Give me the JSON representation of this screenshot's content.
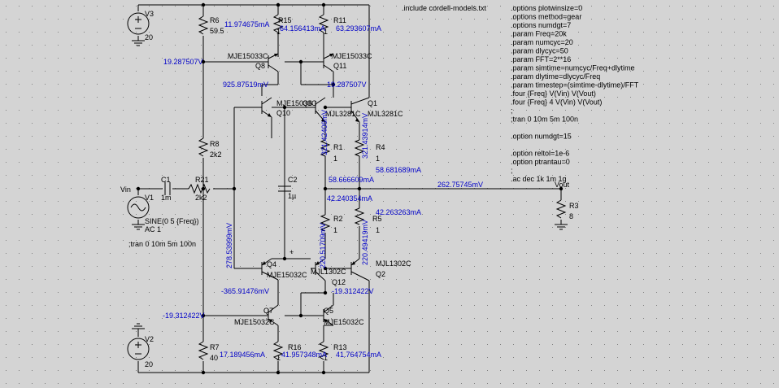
{
  "directives": {
    "include": ".include cordell-models.txt",
    "lines": [
      ".options plotwinsize=0",
      ".options method=gear",
      ".options numdgt=7",
      ".param Freq=20k",
      ".param numcyc=20",
      ".param dlycyc=50",
      ".param FFT=2**16",
      ".param simtime=numcyc/Freq+dlytime",
      ".param dlytime=dlycyc/Freq",
      ".param timestep=(simtime-dlytime)/FFT",
      ".four {Freq} V(Vin) V(Vout)",
      ".four {Freq} 4 V(Vin) V(Vout)",
      ";",
      ";tran 0 10m 5m 100n",
      "",
      ".option numdgt=15",
      "",
      ".option reltol=1e-6",
      ".option ptrantau=0",
      ";",
      ".ac dec 1k 1m 1g"
    ]
  },
  "labels": {
    "V3": "V3",
    "V3v": "20",
    "R6": "R6",
    "R6v": "59.5",
    "R15": "R15",
    "R15v": "1",
    "R11": "R11",
    "R11v": "1",
    "Q8m": "MJE15033C",
    "Q8": "Q8",
    "Q11m": "MJE15033C",
    "Q11": "Q11",
    "Q10m": "MJE15033C",
    "Q10": "Q10",
    "Q6": "Q6",
    "Q6m": "MJL3281C",
    "Q1": "Q1",
    "Q1m": "MJL3281C",
    "R1": "R1",
    "R1v": "1",
    "R4": "R4",
    "R4v": "1",
    "R8": "R8",
    "R8v": "2k2",
    "Vin": "Vin",
    "C1": "C1",
    "C1v": "1m",
    "R21": "R21",
    "R21v": "2k2",
    "C2": "C2",
    "C2v": "1µ",
    "Vout": "Vout",
    "R3": "R3",
    "R3v": "8",
    "V1": "V1",
    "V1s": "SINE(0 5 {Freq})",
    "V1a": "AC 1",
    "V1t": ";tran 0 10m 5m 100n",
    "R2": "R2",
    "R2v": "1",
    "R5": "R5",
    "R5v": "1",
    "Q4": "Q4",
    "Q4m": "MJE15032C",
    "Q12m": "MJL1302C",
    "Q12": "Q12",
    "Q2m": "MJL1302C",
    "Q2": "Q2",
    "Q7": "Q7",
    "Q7m": "MJE15032C",
    "Q5": "Q5",
    "Q5m": "MJE15032C",
    "V2": "V2",
    "V2v": "20",
    "R7": "R7",
    "R7v": "40",
    "R16": "R16",
    "R16v": "1",
    "R13": "R13",
    "R13v": "1",
    "plus": "+"
  },
  "ops": {
    "o1": "11.974675mA",
    "o2": "64.156413mA",
    "o3": "63.293607mA",
    "o4": "19.287507V",
    "o5": "925.87519mV",
    "o6": "19.287507V",
    "o7": "321.42406mV",
    "o8": "321.43914mV",
    "o9": "58.666609mA",
    "o10": "58.681689mA",
    "o11": "262.75745mV",
    "o12": "42.240354mA",
    "o13": "42.263263mA",
    "o14": "278.53999mV",
    "o15": "220.51709mV",
    "o16": "220.49419mV",
    "o17": "-365.91476mV",
    "o18": "-19.312422V",
    "o19": "-19.312422V",
    "o20": "17.189456mA",
    "o21": "41.957348mA",
    "o22": "41.764754mA"
  },
  "colors": {
    "background": "#d4d4d4",
    "wire": "#000000",
    "op_text": "#0000c8",
    "grid_dot": "#808080"
  }
}
